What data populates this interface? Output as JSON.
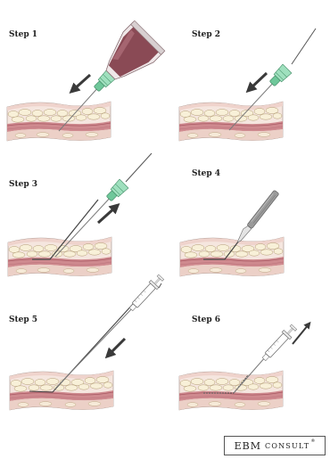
{
  "steps": [
    {
      "label": "Step 1",
      "tool": "syringe-with-blood",
      "arrow": "down"
    },
    {
      "label": "Step 2",
      "tool": "needle",
      "arrow": "down"
    },
    {
      "label": "Step 3",
      "tool": "needle",
      "arrow": "up"
    },
    {
      "label": "Step 4",
      "tool": "scalpel",
      "arrow": "none"
    },
    {
      "label": "Step 5",
      "tool": "empty-syringe",
      "arrow": "down"
    },
    {
      "label": "Step 6",
      "tool": "empty-syringe",
      "arrow": "up"
    }
  ],
  "logo": {
    "ebm": "EBM",
    "consult": "CONSULT",
    "reg": "®"
  },
  "colors": {
    "epidermis": "#f3dcd5",
    "fat": "#f7efd6",
    "fat_outline": "#b8a37a",
    "dermis": "#cf8a8f",
    "dermis_dark": "#a95a64",
    "hub_green": "#8fd6b0",
    "blood": "#8a4a55"
  }
}
